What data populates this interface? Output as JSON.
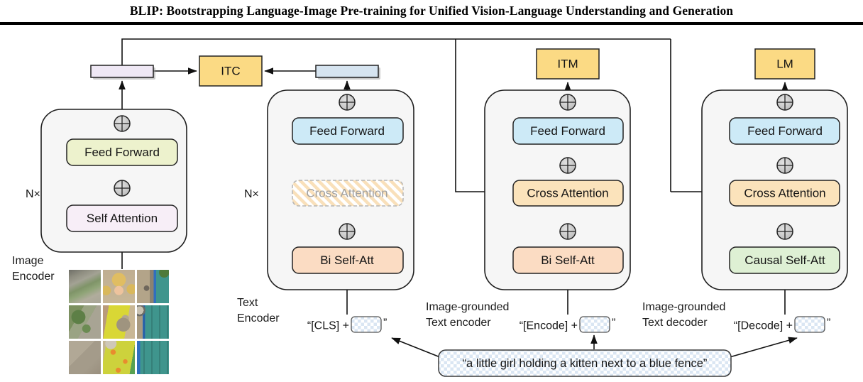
{
  "header": {
    "title": "BLIP: Bootstrapping Language-Image Pre-training for Unified Vision-Language Understanding and Generation"
  },
  "heads": {
    "itc": "ITC",
    "itm": "ITM",
    "lm": "LM"
  },
  "columns": {
    "image_encoder": {
      "label_line1": "Image",
      "label_line2": "Encoder",
      "repeat": "N×",
      "feed_forward": "Feed Forward",
      "self_attention": "Self Attention"
    },
    "text_encoder": {
      "label_line1": "Text",
      "label_line2": "Encoder",
      "repeat": "N×",
      "feed_forward": "Feed Forward",
      "cross_attention": "Cross Attention",
      "bi_self_att": "Bi Self-Att",
      "input_prefix": "“[CLS] +",
      "input_suffix": "”"
    },
    "grounded_text_encoder": {
      "label_line1": "Image-grounded",
      "label_line2": "Text encoder",
      "feed_forward": "Feed Forward",
      "cross_attention": "Cross Attention",
      "bi_self_att": "Bi Self-Att",
      "input_prefix": "“[Encode] +",
      "input_suffix": "”"
    },
    "grounded_text_decoder": {
      "label_line1": "Image-grounded",
      "label_line2": "Text decoder",
      "feed_forward": "Feed Forward",
      "cross_attention": "Cross Attention",
      "causal_self_att": "Causal Self-Att",
      "input_prefix": "“[Decode] +",
      "input_suffix": "”"
    }
  },
  "caption_box": {
    "text": "“a little girl holding a kitten next to a blue fence”"
  },
  "colors": {
    "head_yellow": "#fbda84",
    "feed_forward_green": "#edf2cd",
    "self_attention_lavender": "#f7eef7",
    "feed_forward_blue": "#cdeaf7",
    "cross_attention_orange": "#fbe3bb",
    "bi_self_att_peach": "#fbdcc3",
    "causal_self_att_green": "#def0d4",
    "image_embedding_lavender": "#efe8f5",
    "text_embedding_blue": "#d6e4f0",
    "disabled_hatch_orange": "#f9e0ba",
    "token_checker_blue": "#dae6f3"
  }
}
